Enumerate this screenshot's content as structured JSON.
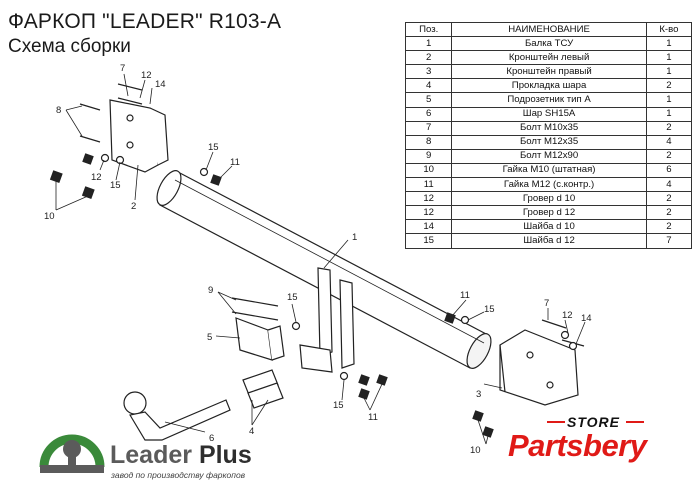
{
  "header": {
    "title": "ФАРКОП \"LEADER\" R103-A",
    "subtitle": "Схема сборки"
  },
  "table": {
    "columns": [
      "Поз.",
      "НАИМЕНОВАНИЕ",
      "К-во"
    ],
    "rows": [
      [
        "1",
        "Балка ТСУ",
        "1"
      ],
      [
        "2",
        "Кронштейн левый",
        "1"
      ],
      [
        "3",
        "Кронштейн правый",
        "1"
      ],
      [
        "4",
        "Прокладка шара",
        "2"
      ],
      [
        "5",
        "Подрозетник тип А",
        "1"
      ],
      [
        "6",
        "Шар SH15A",
        "1"
      ],
      [
        "7",
        "Болт М10х35",
        "2"
      ],
      [
        "8",
        "Болт М12х35",
        "4"
      ],
      [
        "9",
        "Болт М12х90",
        "2"
      ],
      [
        "10",
        "Гайка М10 (штатная)",
        "6"
      ],
      [
        "11",
        "Гайка М12 (с.контр.)",
        "4"
      ],
      [
        "12",
        "Гровер d 10",
        "2"
      ],
      [
        "12",
        "Гровер d 12",
        "2"
      ],
      [
        "14",
        "Шайба d 10",
        "2"
      ],
      [
        "15",
        "Шайба d 12",
        "7"
      ]
    ]
  },
  "callouts": {
    "l1": "1",
    "l2": "2",
    "l3": "3",
    "l4": "4",
    "l5": "5",
    "l6": "6",
    "l7a": "7",
    "l7b": "7",
    "l8": "8",
    "l9": "9",
    "l10a": "10",
    "l10b": "10",
    "l11a": "11",
    "l11b": "11",
    "l11c": "11",
    "l12a": "12",
    "l12b": "12",
    "l12c": "12",
    "l14a": "14",
    "l14b": "14",
    "l15a": "15",
    "l15b": "15",
    "l15c": "15",
    "l15d": "15",
    "l15e": "15"
  },
  "branding": {
    "brand_main": "Leader",
    "brand_plus": "Plus",
    "slogan": "завод по производству фаркопов",
    "store_top": "STORE",
    "store_name": "Partsbery"
  },
  "colors": {
    "store_red": "#e01a17",
    "logo_green": "#3a8a3a",
    "logo_grey": "#5b5b5b"
  }
}
